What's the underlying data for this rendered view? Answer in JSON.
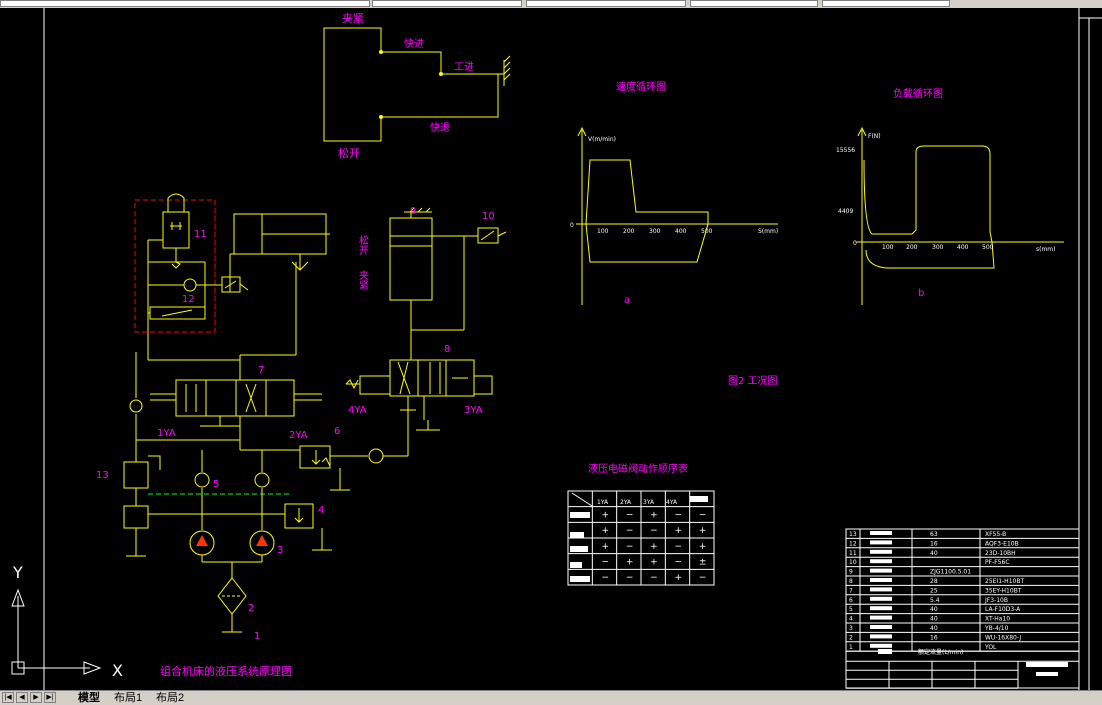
{
  "layout_tabs": [
    {
      "label": "模型"
    },
    {
      "label": "布局1"
    },
    {
      "label": "布局2"
    }
  ],
  "nav_buttons": [
    "first",
    "previous",
    "next",
    "last"
  ],
  "axes_icon": {
    "x_label": "X",
    "y_label": "Y"
  },
  "cycle_diagram": {
    "labels": [
      "夹紧",
      "快进",
      "工进",
      "快退",
      "松开"
    ]
  },
  "main_title": "组合机床的液压系统原理图",
  "hydraulic": {
    "component_numbers": [
      "1",
      "2",
      "3",
      "4",
      "5",
      "6",
      "7",
      "8",
      "9",
      "10",
      "11",
      "12",
      "13"
    ],
    "solenoids": [
      "1YA",
      "2YA",
      "3YA",
      "4YA"
    ],
    "cylinder_label_1": "松开",
    "cylinder_label_2": "夹紧"
  },
  "speed_chart": {
    "title": "速度循环图",
    "ylabel": "V(m/min)",
    "xlabel": "S(mm)",
    "origin": "0",
    "ticks": [
      "100",
      "200",
      "300",
      "400",
      "500"
    ],
    "caption": "a"
  },
  "load_chart": {
    "title": "负载循环图",
    "ylabel": "F(N)",
    "xlabel": "s(mm)",
    "origin": "0",
    "y_ticks": [
      "15556",
      "4409"
    ],
    "ticks": [
      "100",
      "200",
      "300",
      "400",
      "500"
    ],
    "caption": "b"
  },
  "figure_caption": "图2 工况图",
  "sequence_table": {
    "title": "液压电磁阀动作顺序表",
    "headers": [
      "1YA",
      "2YA",
      "3YA",
      "4YA"
    ],
    "rows": [
      [
        "+",
        "−",
        "+",
        "−",
        "−"
      ],
      [
        "+",
        "−",
        "−",
        "+",
        "+"
      ],
      [
        "+",
        "−",
        "+",
        "−",
        "+"
      ],
      [
        "−",
        "+",
        "+",
        "−",
        "±"
      ],
      [
        "−",
        "−",
        "−",
        "+",
        "−"
      ]
    ]
  },
  "parts_list": {
    "rows": [
      {
        "no": "13",
        "qty": "63",
        "model": "XF55-B"
      },
      {
        "no": "12",
        "qty": "16",
        "model": "AQF3-E10B"
      },
      {
        "no": "11",
        "qty": "40",
        "model": "23D-10BH"
      },
      {
        "no": "10",
        "qty": "",
        "model": "PF-F56C"
      },
      {
        "no": "9",
        "qty": "ZJG1100.5.01",
        "model": ""
      },
      {
        "no": "8",
        "qty": "28",
        "model": "25EI1-H10BT"
      },
      {
        "no": "7",
        "qty": "25",
        "model": "35EY-H10BT"
      },
      {
        "no": "6",
        "qty": "5.4",
        "model": "JF3-10B"
      },
      {
        "no": "5",
        "qty": "40",
        "model": "LA-F10D3-A"
      },
      {
        "no": "4",
        "qty": "40",
        "model": "XT-Ha10"
      },
      {
        "no": "3",
        "qty": "40",
        "model": "YB-4/10"
      },
      {
        "no": "2",
        "qty": "16",
        "model": "WU-16X80-J"
      },
      {
        "no": "1",
        "qty": "",
        "model": "YOL"
      }
    ],
    "footer": "额定流量(L/min)"
  }
}
